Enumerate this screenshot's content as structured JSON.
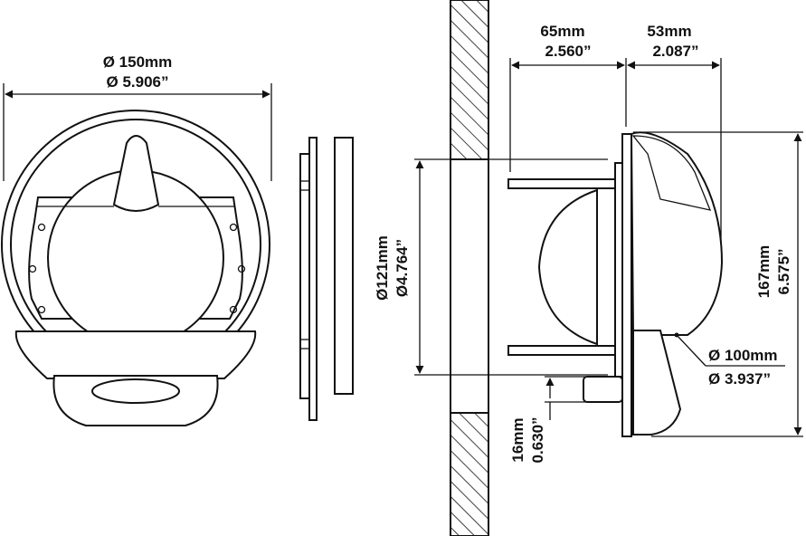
{
  "dimensions": {
    "outer_diameter": {
      "metric": "Ø 150mm",
      "imperial": "Ø 5.906”"
    },
    "bezel_depth": {
      "metric": "65mm",
      "imperial": "2.560”"
    },
    "front_depth": {
      "metric": "53mm",
      "imperial": "2.087”"
    },
    "cutout_diameter": {
      "metric": "Ø121mm",
      "imperial": "Ø4.764”"
    },
    "overall_height": {
      "metric": "167mm",
      "imperial": "6.575”"
    },
    "dome_diameter": {
      "metric": "Ø 100mm",
      "imperial": "Ø 3.937”"
    },
    "panel_thickness": {
      "metric": "16mm",
      "imperial": "0.630”"
    }
  },
  "colors": {
    "ink": "#111111",
    "paper": "#ffffff"
  }
}
